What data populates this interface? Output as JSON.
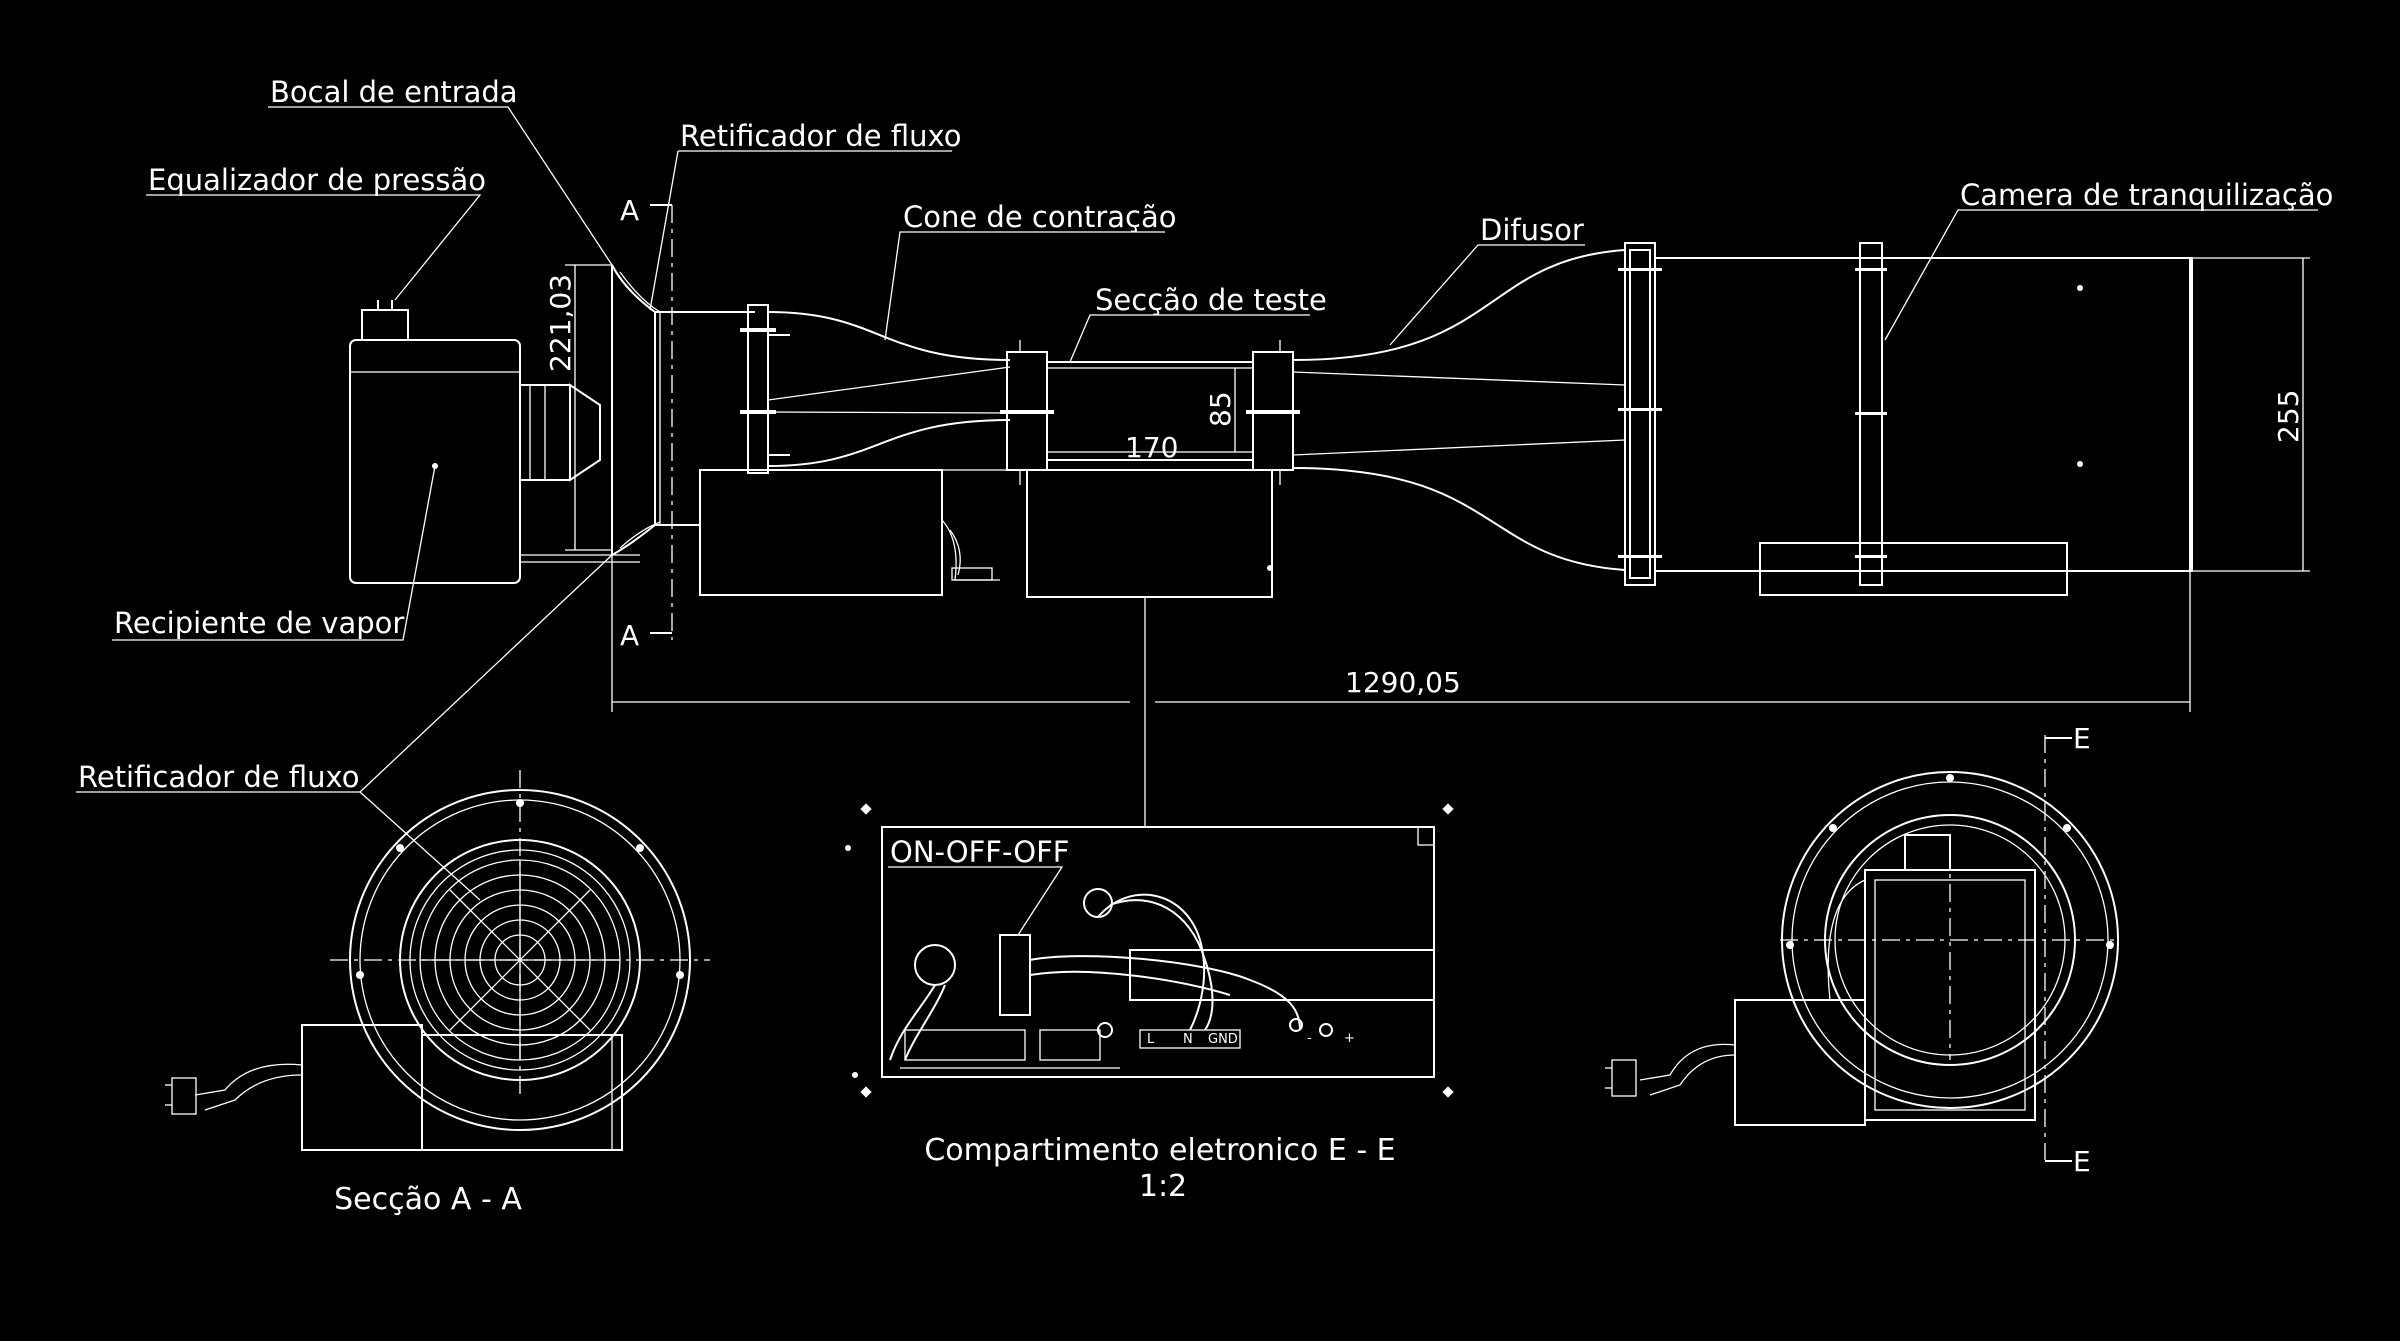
{
  "labels": {
    "bocal": "Bocal de entrada",
    "retificador_top": "Retificador de fluxo",
    "equalizador": "Equalizador de pressão",
    "cone": "Cone de contração",
    "seccao_teste": "Secção de teste",
    "difusor": "Difusor",
    "camera": "Camera de tranquilização",
    "recipiente": "Recipiente de vapor",
    "retificador_bottom": "Retificador de fluxo",
    "on_off": "ON-OFF-OFF"
  },
  "dimensions": {
    "d_221": "221,03",
    "d_85": "85",
    "d_170": "170",
    "d_255": "255",
    "d_1290": "1290,05"
  },
  "section_marks": {
    "a_top": "A",
    "a_bottom": "A",
    "e_top": "E",
    "e_bottom": "E"
  },
  "captions": {
    "section_aa": "Secção A - A",
    "compartment": "Compartimento eletronico E - E",
    "scale": "1:2"
  },
  "terminals": {
    "l": "L",
    "n": "N",
    "gnd": "GND",
    "minus": "-",
    "plus": "+"
  }
}
